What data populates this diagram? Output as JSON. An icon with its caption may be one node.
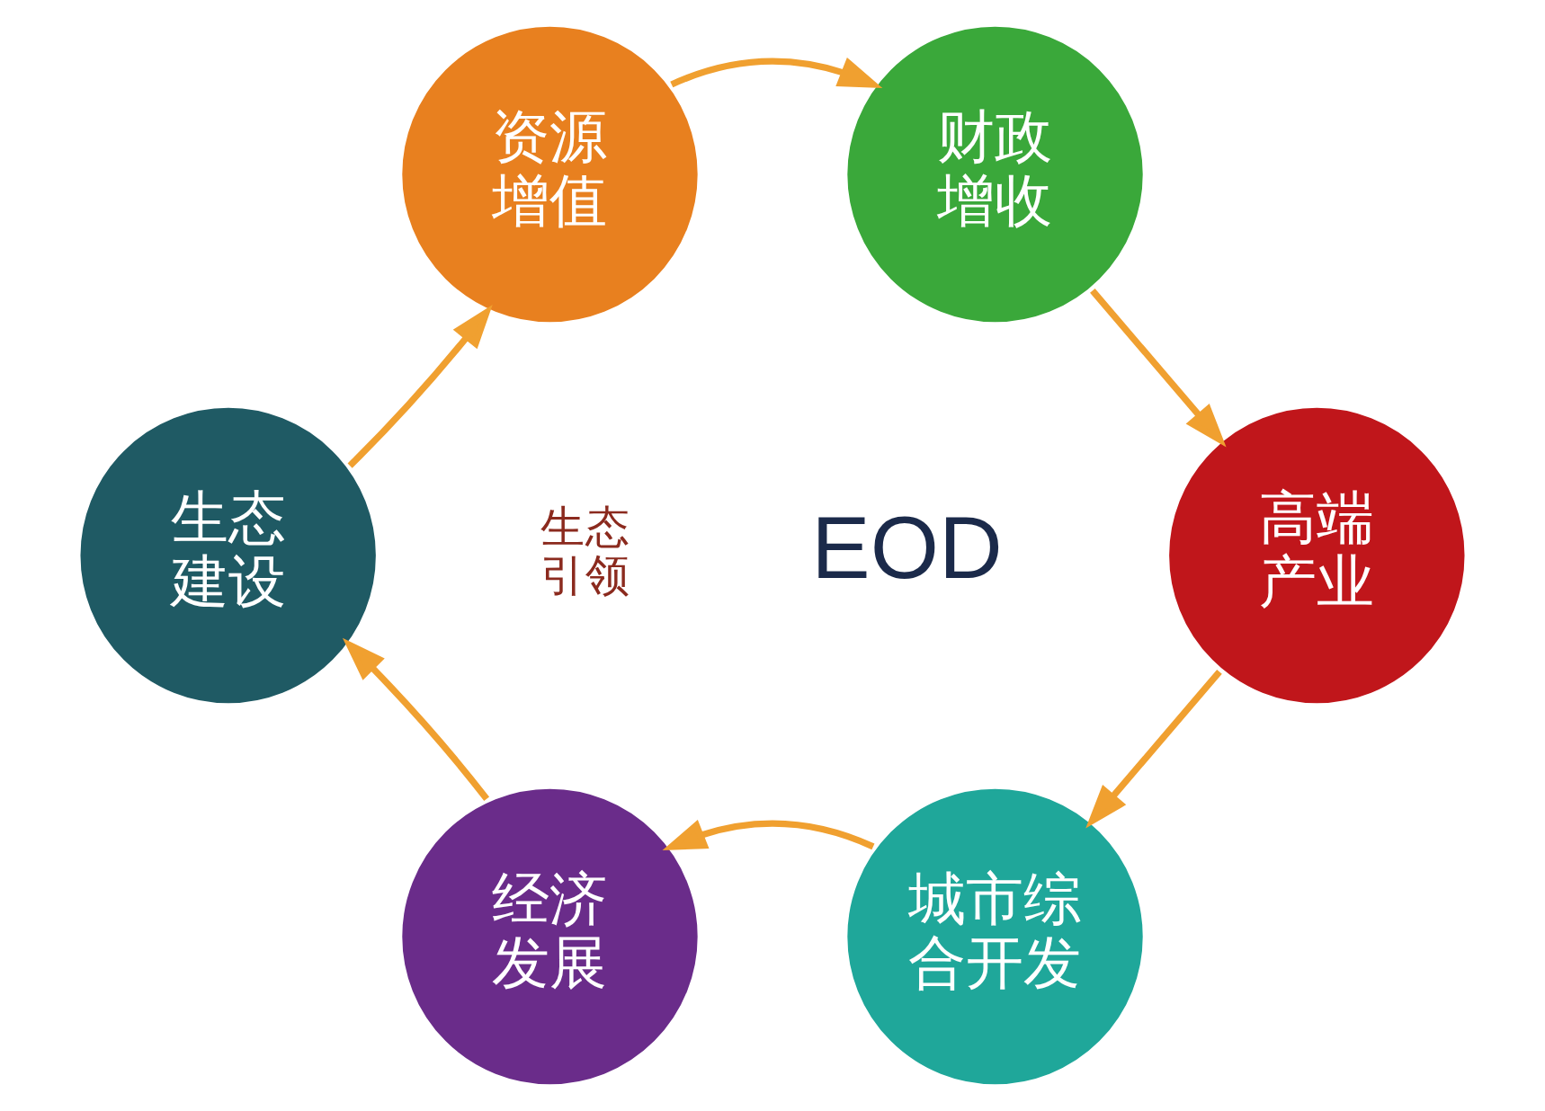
{
  "diagram": {
    "nodes": [
      {
        "text": [
          "资源增值"
        ]
      },
      {
        "text": [
          "财政增收"
        ]
      },
      {
        "text": [
          "生态建设"
        ]
      },
      {
        "text": [
          "高端产业"
        ]
      },
      {
        "text": [
          "经济发展"
        ]
      },
      {
        "text": [
          "城市综合开发"
        ]
      }
    ],
    "edges": [
      {
        "from": 2,
        "to": 0,
        "arrow": "to"
      },
      {
        "from": 0,
        "to": 1,
        "arrow": "to"
      },
      {
        "from": 1,
        "to": 3,
        "arrow": "to"
      },
      {
        "from": 3,
        "to": 5,
        "arrow": "to"
      },
      {
        "from": 5,
        "to": 4,
        "arrow": "to"
      },
      {
        "from": 4,
        "to": 2,
        "arrow": "to"
      }
    ],
    "labels": [
      "生态引领",
      "EOD"
    ]
  }
}
